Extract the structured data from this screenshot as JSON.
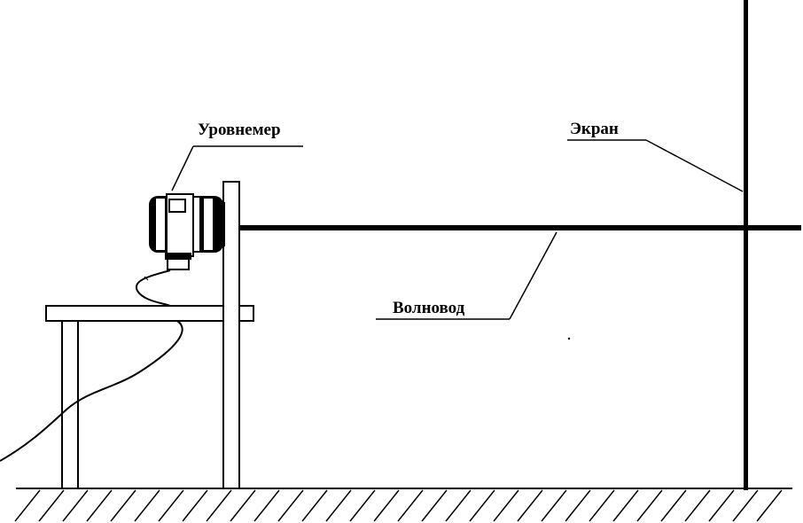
{
  "labels": {
    "level_gauge": "Уровнемер",
    "screen": "Экран",
    "waveguide": "Волновод"
  }
}
